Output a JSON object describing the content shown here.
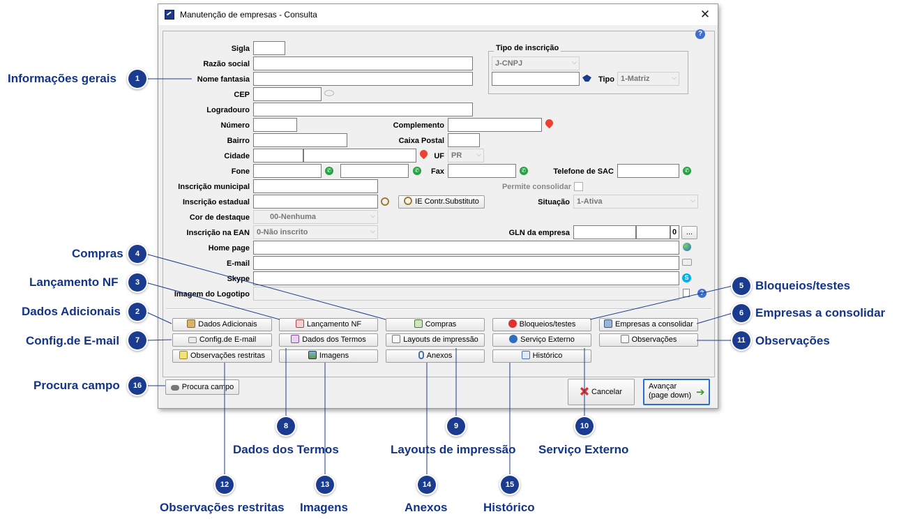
{
  "window": {
    "title": "Manutenção de empresas - Consulta",
    "close_glyph": "✕",
    "help_glyph": "?"
  },
  "form": {
    "sigla": "Sigla",
    "razao_social": "Razão social",
    "nome_fantasia": "Nome fantasia",
    "cep": "CEP",
    "logradouro": "Logradouro",
    "numero": "Número",
    "complemento": "Complemento",
    "bairro": "Bairro",
    "caixa_postal": "Caixa Postal",
    "cidade": "Cidade",
    "uf": "UF",
    "uf_value": "PR",
    "fone": "Fone",
    "fax": "Fax",
    "telefone_sac": "Telefone de SAC",
    "inscricao_municipal": "Inscrição municipal",
    "permite_consolidar": "Permite consolidar",
    "inscricao_estadual": "Inscrição estadual",
    "ie_button": "IE Contr.Substituto",
    "situacao": "Situação",
    "situacao_value": "1-Ativa",
    "cor_destaque": "Cor de destaque",
    "cor_destaque_value": "00-Nenhuma",
    "inscricao_ean": "Inscrição na EAN",
    "inscricao_ean_value": "0-Não inscrito",
    "gln_empresa": "GLN da empresa",
    "gln_digit": "0",
    "gln_button": "...",
    "home_page": "Home page",
    "email": "E-mail",
    "skype": "Skype",
    "imagem_logotipo": "Imagem do Logotipo",
    "tipo_inscricao_group": "Tipo de inscrição",
    "tipo_inscricao_value": "J-CNPJ",
    "tipo": "Tipo",
    "tipo_value": "1-Matriz"
  },
  "buttons": {
    "dados_adicionais": "Dados Adicionais",
    "lancamento_nf": "Lançamento NF",
    "compras": "Compras",
    "bloqueios": "Bloqueios/testes",
    "empresas_consolidar": "Empresas a consolidar",
    "config_email": "Config.de E-mail",
    "dados_termos": "Dados dos Termos",
    "layouts": "Layouts de impressão",
    "servico_externo": "Serviço Externo",
    "observacoes": "Observações",
    "obs_restritas": "Observações restritas",
    "imagens": "Imagens",
    "anexos": "Anexos",
    "historico": "Histórico",
    "procura_campo": "Procura campo",
    "cancelar": "Cancelar",
    "avancar_line1": "Avançar",
    "avancar_line2": "(page down)"
  },
  "callouts": [
    {
      "num": "1",
      "label": "Informações gerais"
    },
    {
      "num": "2",
      "label": "Dados Adicionais"
    },
    {
      "num": "3",
      "label": "Lançamento NF"
    },
    {
      "num": "4",
      "label": "Compras"
    },
    {
      "num": "5",
      "label": "Bloqueios/testes"
    },
    {
      "num": "6",
      "label": "Empresas a consolidar"
    },
    {
      "num": "7",
      "label": "Config.de E-mail"
    },
    {
      "num": "8",
      "label": "Dados dos Termos"
    },
    {
      "num": "9",
      "label": "Layouts de impressão"
    },
    {
      "num": "10",
      "label": "Serviço Externo"
    },
    {
      "num": "11",
      "label": "Observações"
    },
    {
      "num": "12",
      "label": "Observações restritas"
    },
    {
      "num": "13",
      "label": "Imagens"
    },
    {
      "num": "14",
      "label": "Anexos"
    },
    {
      "num": "15",
      "label": "Histórico"
    },
    {
      "num": "16",
      "label": "Procura campo"
    }
  ],
  "colors": {
    "callout_circle": "#1b3c8e",
    "callout_text": "#12348a",
    "whatsapp": "#25a244"
  }
}
